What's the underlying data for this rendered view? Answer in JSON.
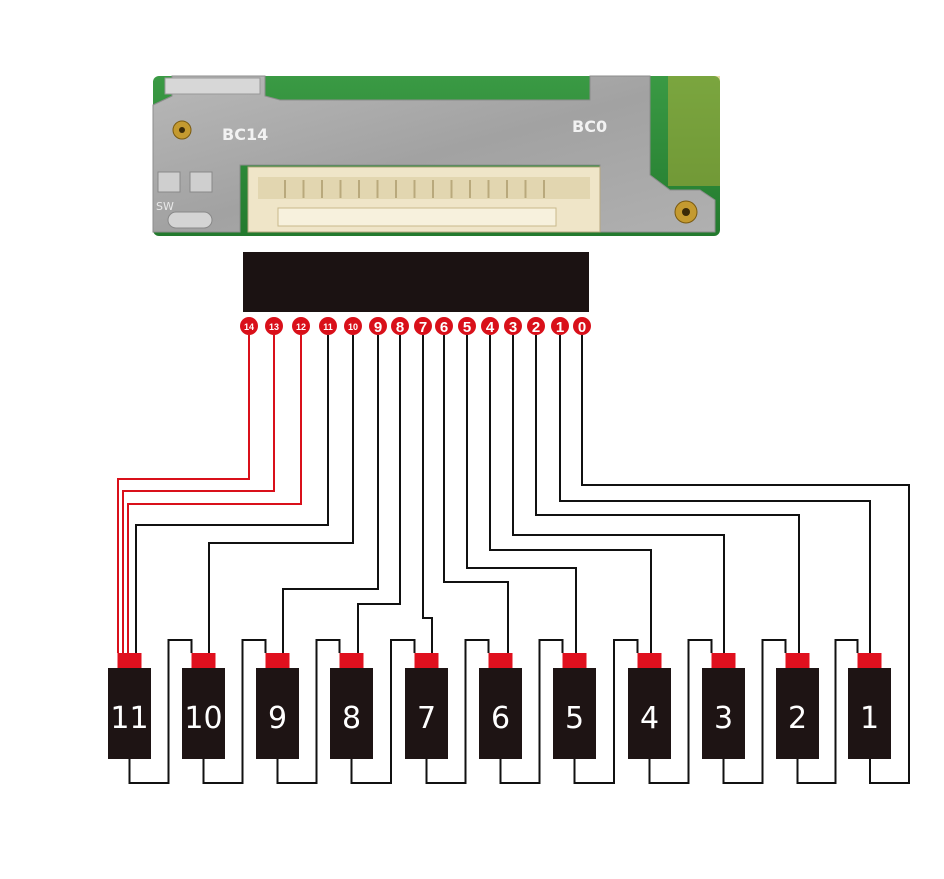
{
  "board": {
    "left_label": "BC14",
    "right_label": "BC0",
    "switch_label": "SW"
  },
  "connector_pins": [
    "14",
    "13",
    "12",
    "11",
    "10",
    "9",
    "8",
    "7",
    "6",
    "5",
    "4",
    "3",
    "2",
    "1",
    "0"
  ],
  "cells": [
    "11",
    "10",
    "9",
    "8",
    "7",
    "6",
    "5",
    "4",
    "3",
    "2",
    "1"
  ],
  "colors": {
    "pcb_green": "#2f8a3a",
    "shield_metal": "#a9a9a9",
    "pin_red": "#d9101a",
    "wire_black": "#111111",
    "wire_red": "#d9101a",
    "cell_body": "#1e1414",
    "cell_terminal": "#e0101e"
  }
}
